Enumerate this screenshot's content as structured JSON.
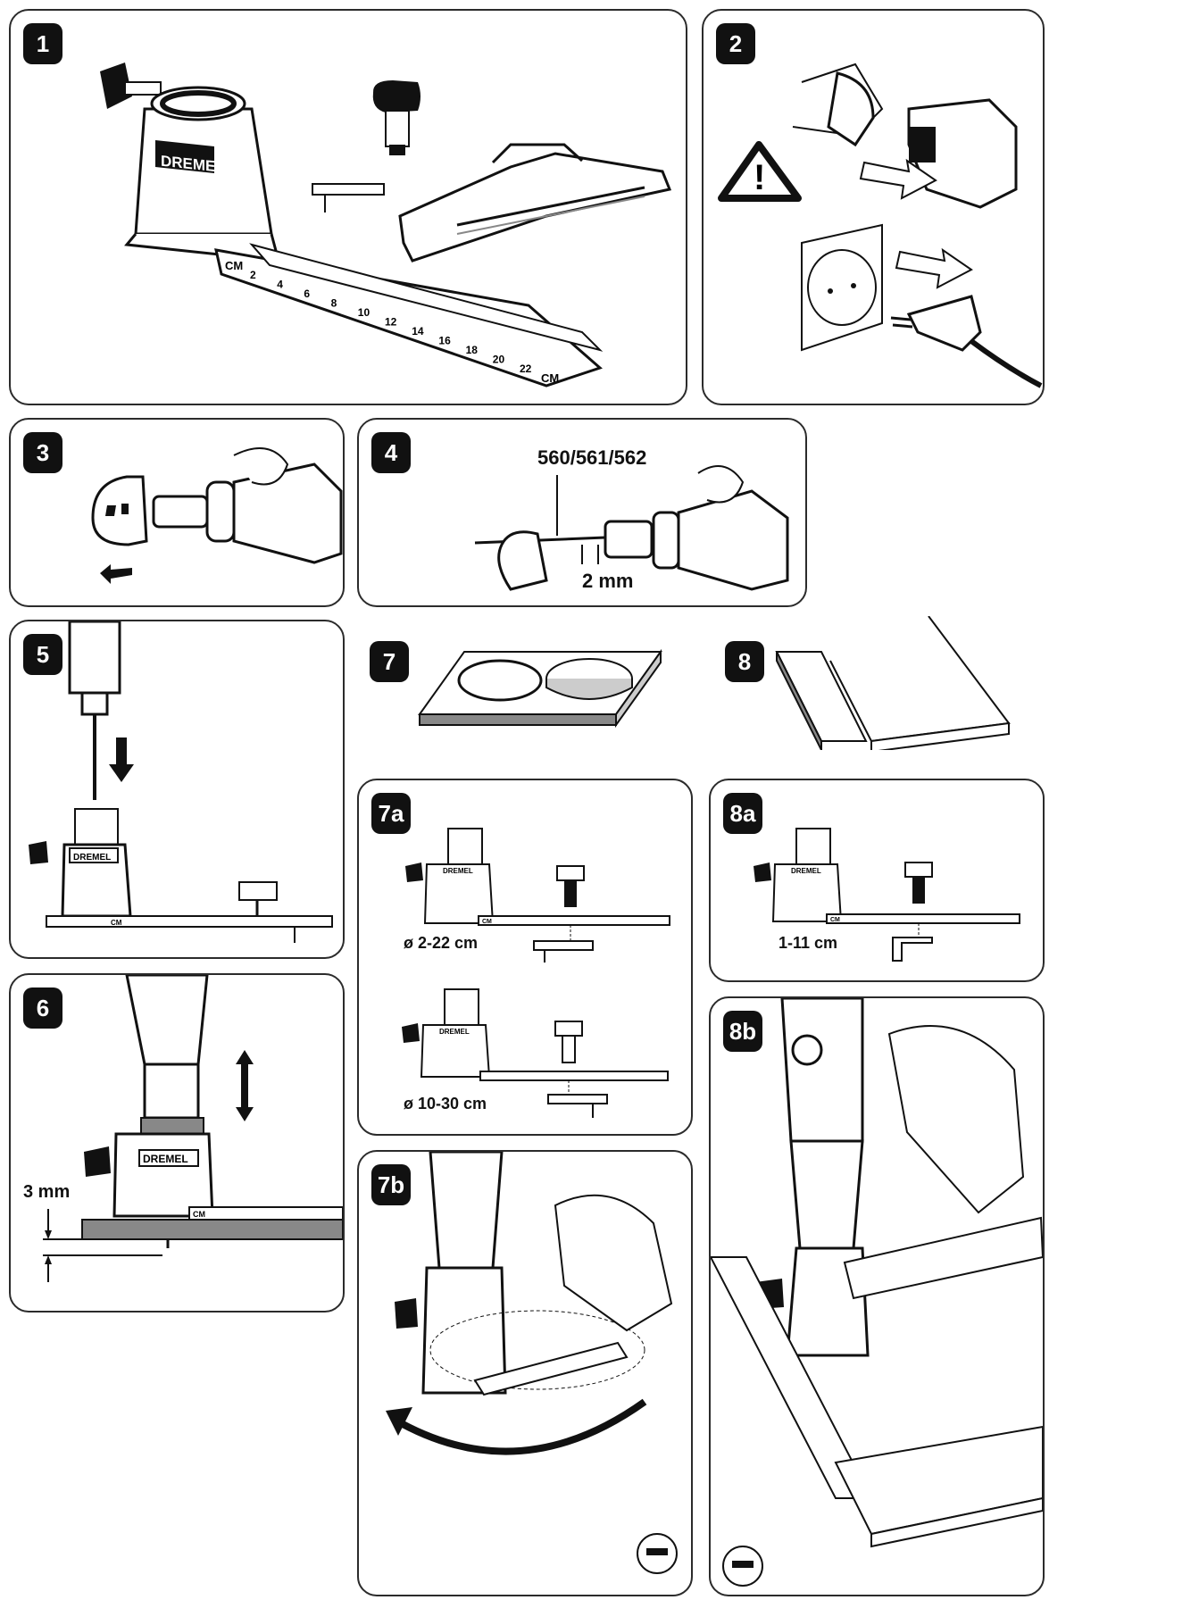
{
  "steps": {
    "s1": "1",
    "s2": "2",
    "s3": "3",
    "s4": "4",
    "s5": "5",
    "s6": "6",
    "s7": "7",
    "s7a": "7a",
    "s7b": "7b",
    "s8": "8",
    "s8a": "8a",
    "s8b": "8b"
  },
  "brand": "DREMEL",
  "ruler_unit": "CM",
  "ruler_ticks": [
    "2",
    "4",
    "6",
    "8",
    "10",
    "12",
    "14",
    "16",
    "18",
    "20",
    "22"
  ],
  "labels": {
    "bit_codes": "560/561/562",
    "bit_protrusion": "2 mm",
    "depth": "3 mm",
    "range_small_circle": "ø 2-22 cm",
    "range_large_circle": "ø 10-30 cm",
    "range_straight": "1-11 cm"
  }
}
